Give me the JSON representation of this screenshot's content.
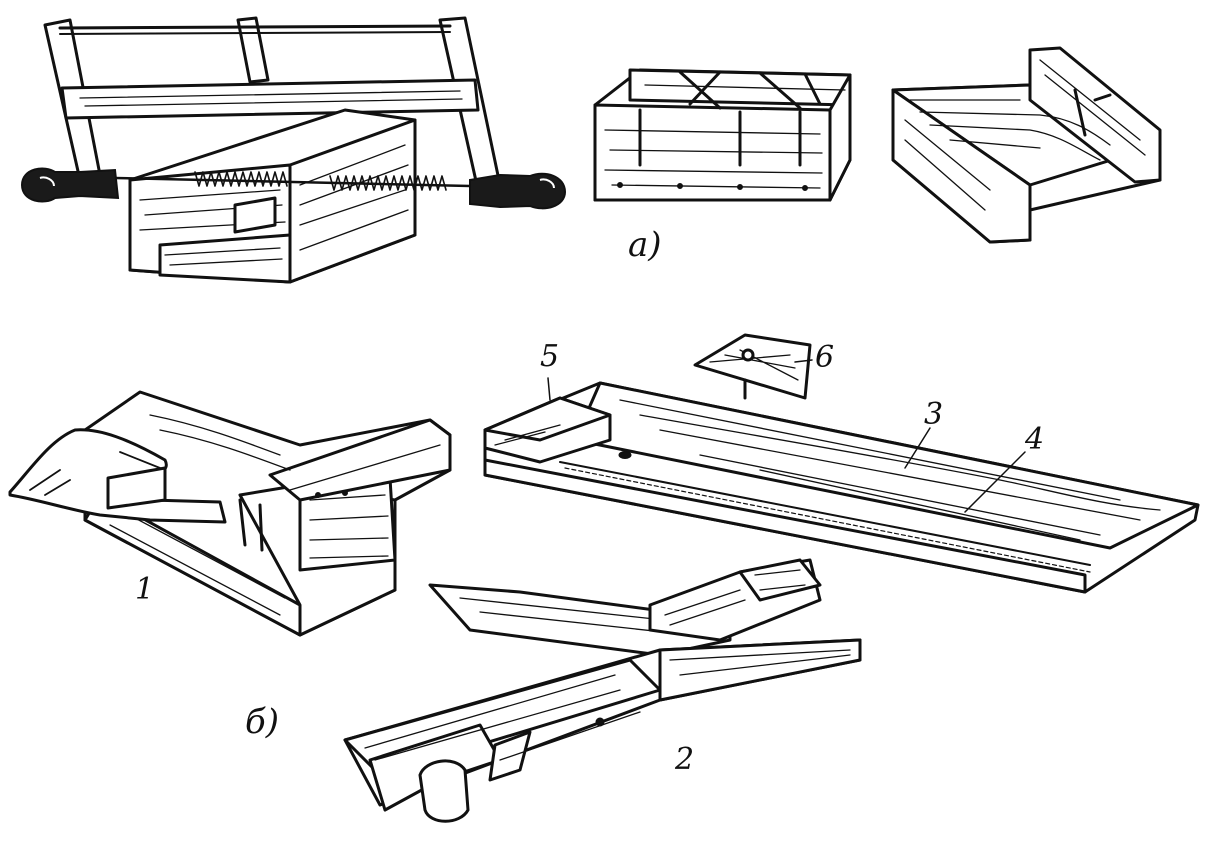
{
  "figure": {
    "labels": {
      "a": "а)",
      "b": "б)",
      "n1": "1",
      "n2": "2",
      "n3": "3",
      "n4": "4",
      "n5": "5",
      "n6": "6"
    },
    "colors": {
      "ink": "#111111",
      "paper": "#ffffff"
    }
  }
}
